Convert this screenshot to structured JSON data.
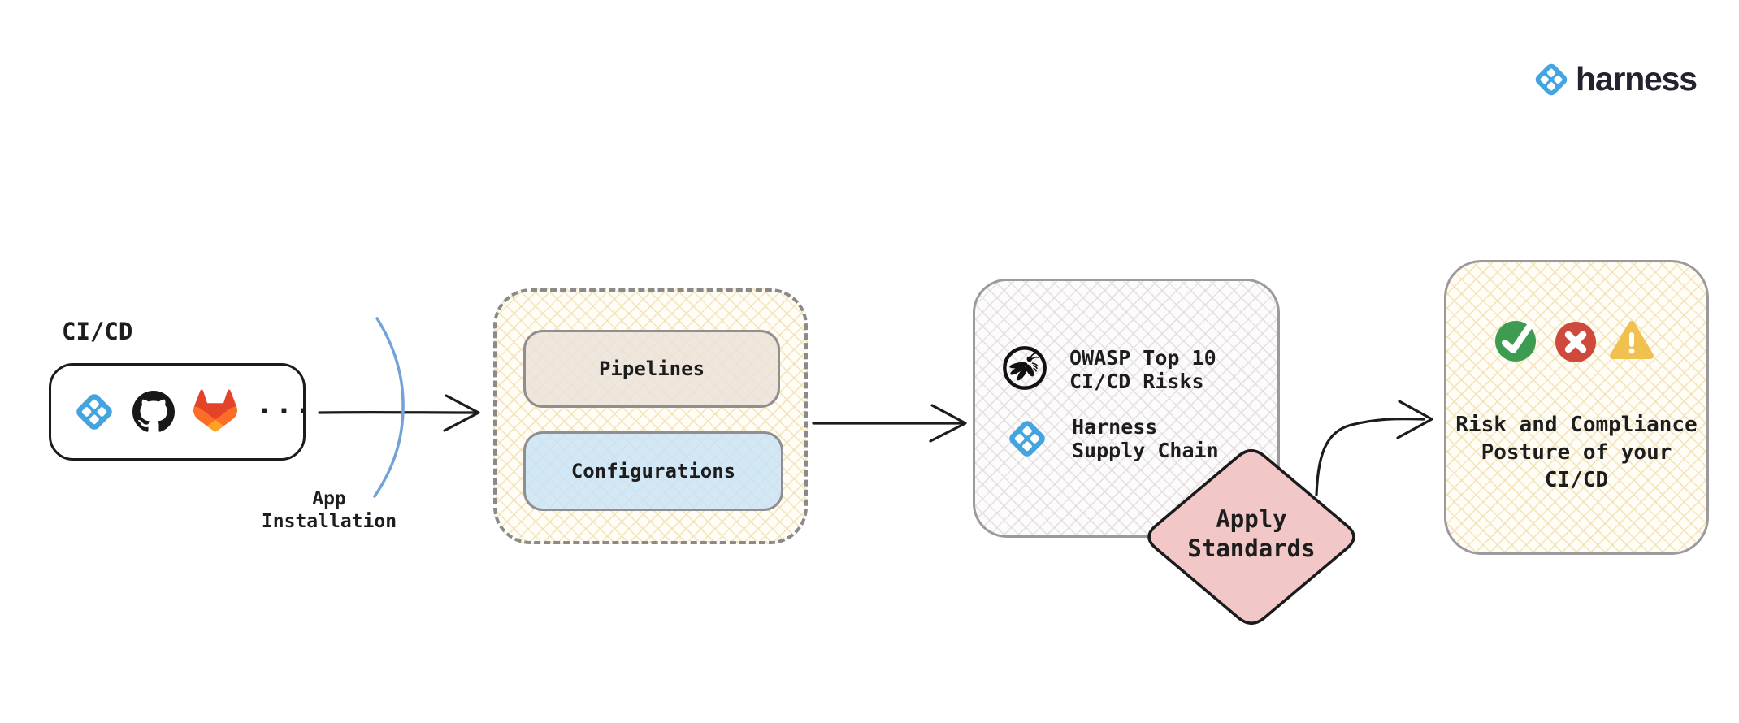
{
  "brand": {
    "name": "harness"
  },
  "cicd": {
    "label": "CI/CD",
    "ellipsis": "...",
    "tools": [
      "Harness",
      "GitHub",
      "GitLab"
    ]
  },
  "installation": {
    "line1": "App",
    "line2": "Installation"
  },
  "pipeline_group": {
    "pipelines": "Pipelines",
    "configurations": "Configurations"
  },
  "standards": {
    "owasp_line1": "OWASP Top 10",
    "owasp_line2": "CI/CD Risks",
    "harness_line1": "Harness",
    "harness_line2": "Supply Chain"
  },
  "apply": {
    "line1": "Apply",
    "line2": "Standards"
  },
  "result": {
    "line1": "Risk and Compliance",
    "line2": "Posture of your",
    "line3": "CI/CD"
  },
  "colors": {
    "harness_blue": "#43a5e0",
    "diamond_pink": "#f2c7c7",
    "pipelines_fill": "#eee6dd",
    "configurations_fill": "#cbe1f3",
    "check_green": "#3d9b52",
    "cross_red": "#cd4a3d",
    "warning_amber": "#f0c14e",
    "hatch_yellow": "#efdfae",
    "hatch_gray": "#e3d6d6",
    "connector_blue": "#74a2d8"
  }
}
